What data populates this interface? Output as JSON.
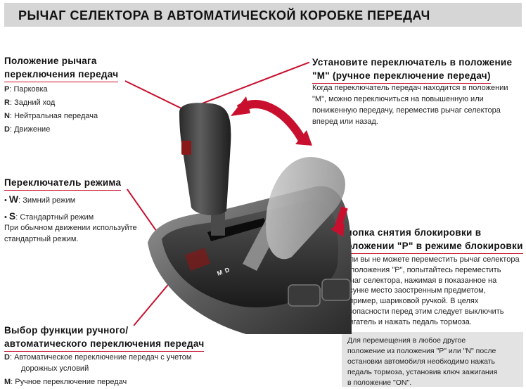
{
  "title": "РЫЧАГ СЕЛЕКТОРА В АВТОМАТИЧЕСКОЙ КОРОБКЕ ПЕРЕДАЧ",
  "gear_position": {
    "heading": [
      "Положение рычага",
      "переключения передач"
    ],
    "items": [
      {
        "key": "P",
        "label": ": Парковка"
      },
      {
        "key": "R",
        "label": ": Задний ход"
      },
      {
        "key": "N",
        "label": ": Нейтральная передача"
      },
      {
        "key": "D",
        "label": ": Движение"
      }
    ]
  },
  "mode_switch": {
    "heading": "Переключатель режима",
    "items": [
      {
        "key": "W",
        "label": ": Зимний режим"
      },
      {
        "key": "S",
        "label": ": Стандартный режим"
      }
    ],
    "note": [
      "При обычном движении используйте",
      "стандартный режим."
    ]
  },
  "manual_select": {
    "heading": [
      "Выбор функции ручного/",
      "автоматического переключения передач"
    ],
    "items": [
      {
        "key": "D",
        "label": ": Автоматическое переключение передач с учетом",
        "label2": "дорожных условий"
      },
      {
        "key": "M",
        "label": ": Ручное переключение передач"
      }
    ]
  },
  "manual_mode": {
    "heading": [
      "Установите переключатель в положение",
      "\"М\" (ручное переключение передач)"
    ],
    "text": [
      "Когда переключатель передач находится в положении",
      "\"М\", можно переключиться на повышенную или",
      "пониженную передачу, переместив рычаг селектора",
      "вперед или назад."
    ]
  },
  "unlock_button": {
    "heading": [
      "Кнопка снятия блокировки в",
      "положении \"Р\" в режиме блокировки"
    ],
    "text": [
      "Если вы не можете переместить рычаг селектора",
      "из положения \"Р\", попытайтесь переместить",
      "рычаг селектора, нажимая в показанное на",
      "рисунке место заостренным предметом,",
      "например, шариковой ручкой. В целях",
      "безопасности перед этим следует выключить",
      "двигатель и нажать педаль тормоза."
    ]
  },
  "note_box": {
    "text": [
      "Для перемещения в любое другое",
      "положение из положения \"Р\" или \"N\" после",
      "остановки автомобиля необходимо нажать",
      "педаль тормоза, установив ключ зажигания",
      "в положение \"ON\"."
    ]
  },
  "illustration": {
    "console_labels": [
      "M",
      "D"
    ]
  }
}
